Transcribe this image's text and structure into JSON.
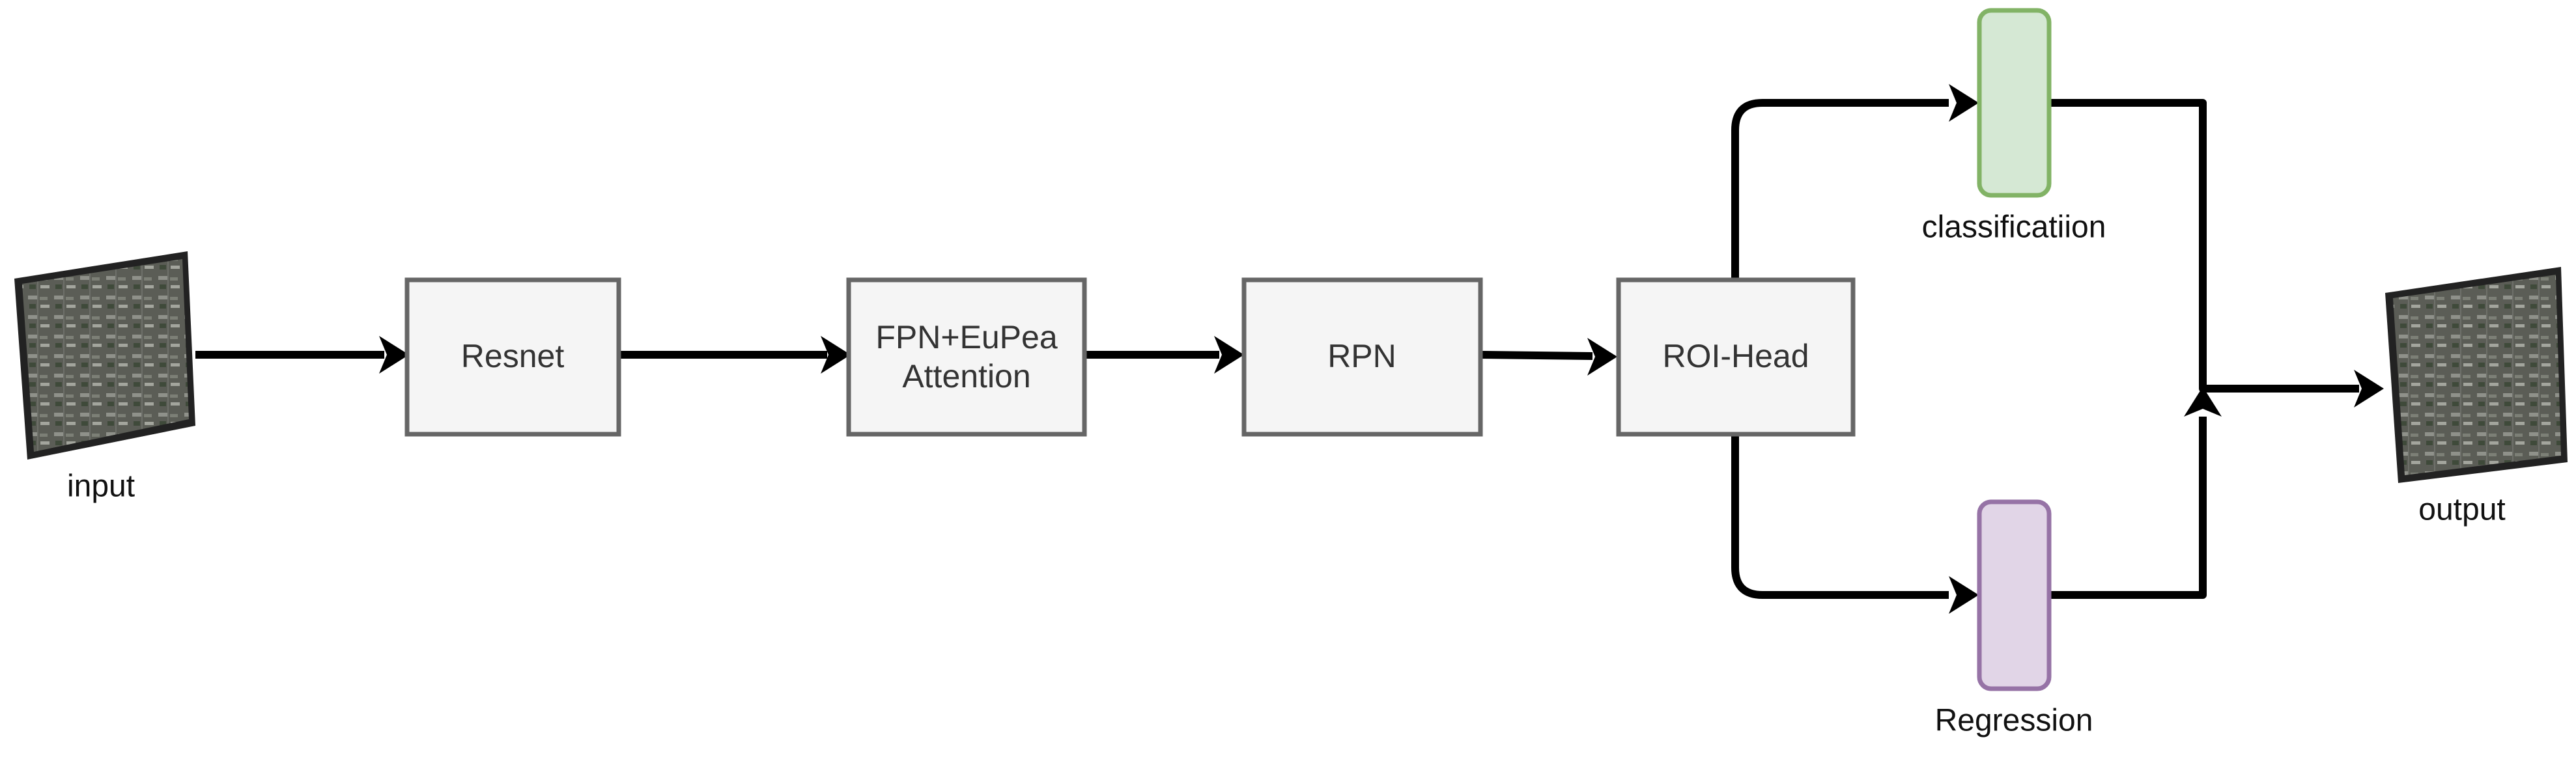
{
  "diagram": {
    "nodes": {
      "input": {
        "caption": "input"
      },
      "resnet": {
        "label": "Resnet"
      },
      "fpn": {
        "label_line1": "FPN+EuPea",
        "label_line2": "Attention"
      },
      "rpn": {
        "label": "RPN"
      },
      "roi_head": {
        "label": "ROI-Head"
      },
      "classification": {
        "caption": "classificatiion",
        "fill": "#d5e8d4",
        "stroke": "#82b366"
      },
      "regression": {
        "caption": "Regression",
        "fill": "#e1d5e7",
        "stroke": "#9673a6"
      },
      "output": {
        "caption": "output"
      }
    },
    "edges": [
      {
        "from": "input",
        "to": "resnet"
      },
      {
        "from": "resnet",
        "to": "fpn"
      },
      {
        "from": "fpn",
        "to": "rpn"
      },
      {
        "from": "rpn",
        "to": "roi_head"
      },
      {
        "from": "roi_head",
        "to": "classification"
      },
      {
        "from": "roi_head",
        "to": "regression"
      },
      {
        "from": "classification",
        "to": "output"
      },
      {
        "from": "regression",
        "to": "output"
      }
    ]
  }
}
